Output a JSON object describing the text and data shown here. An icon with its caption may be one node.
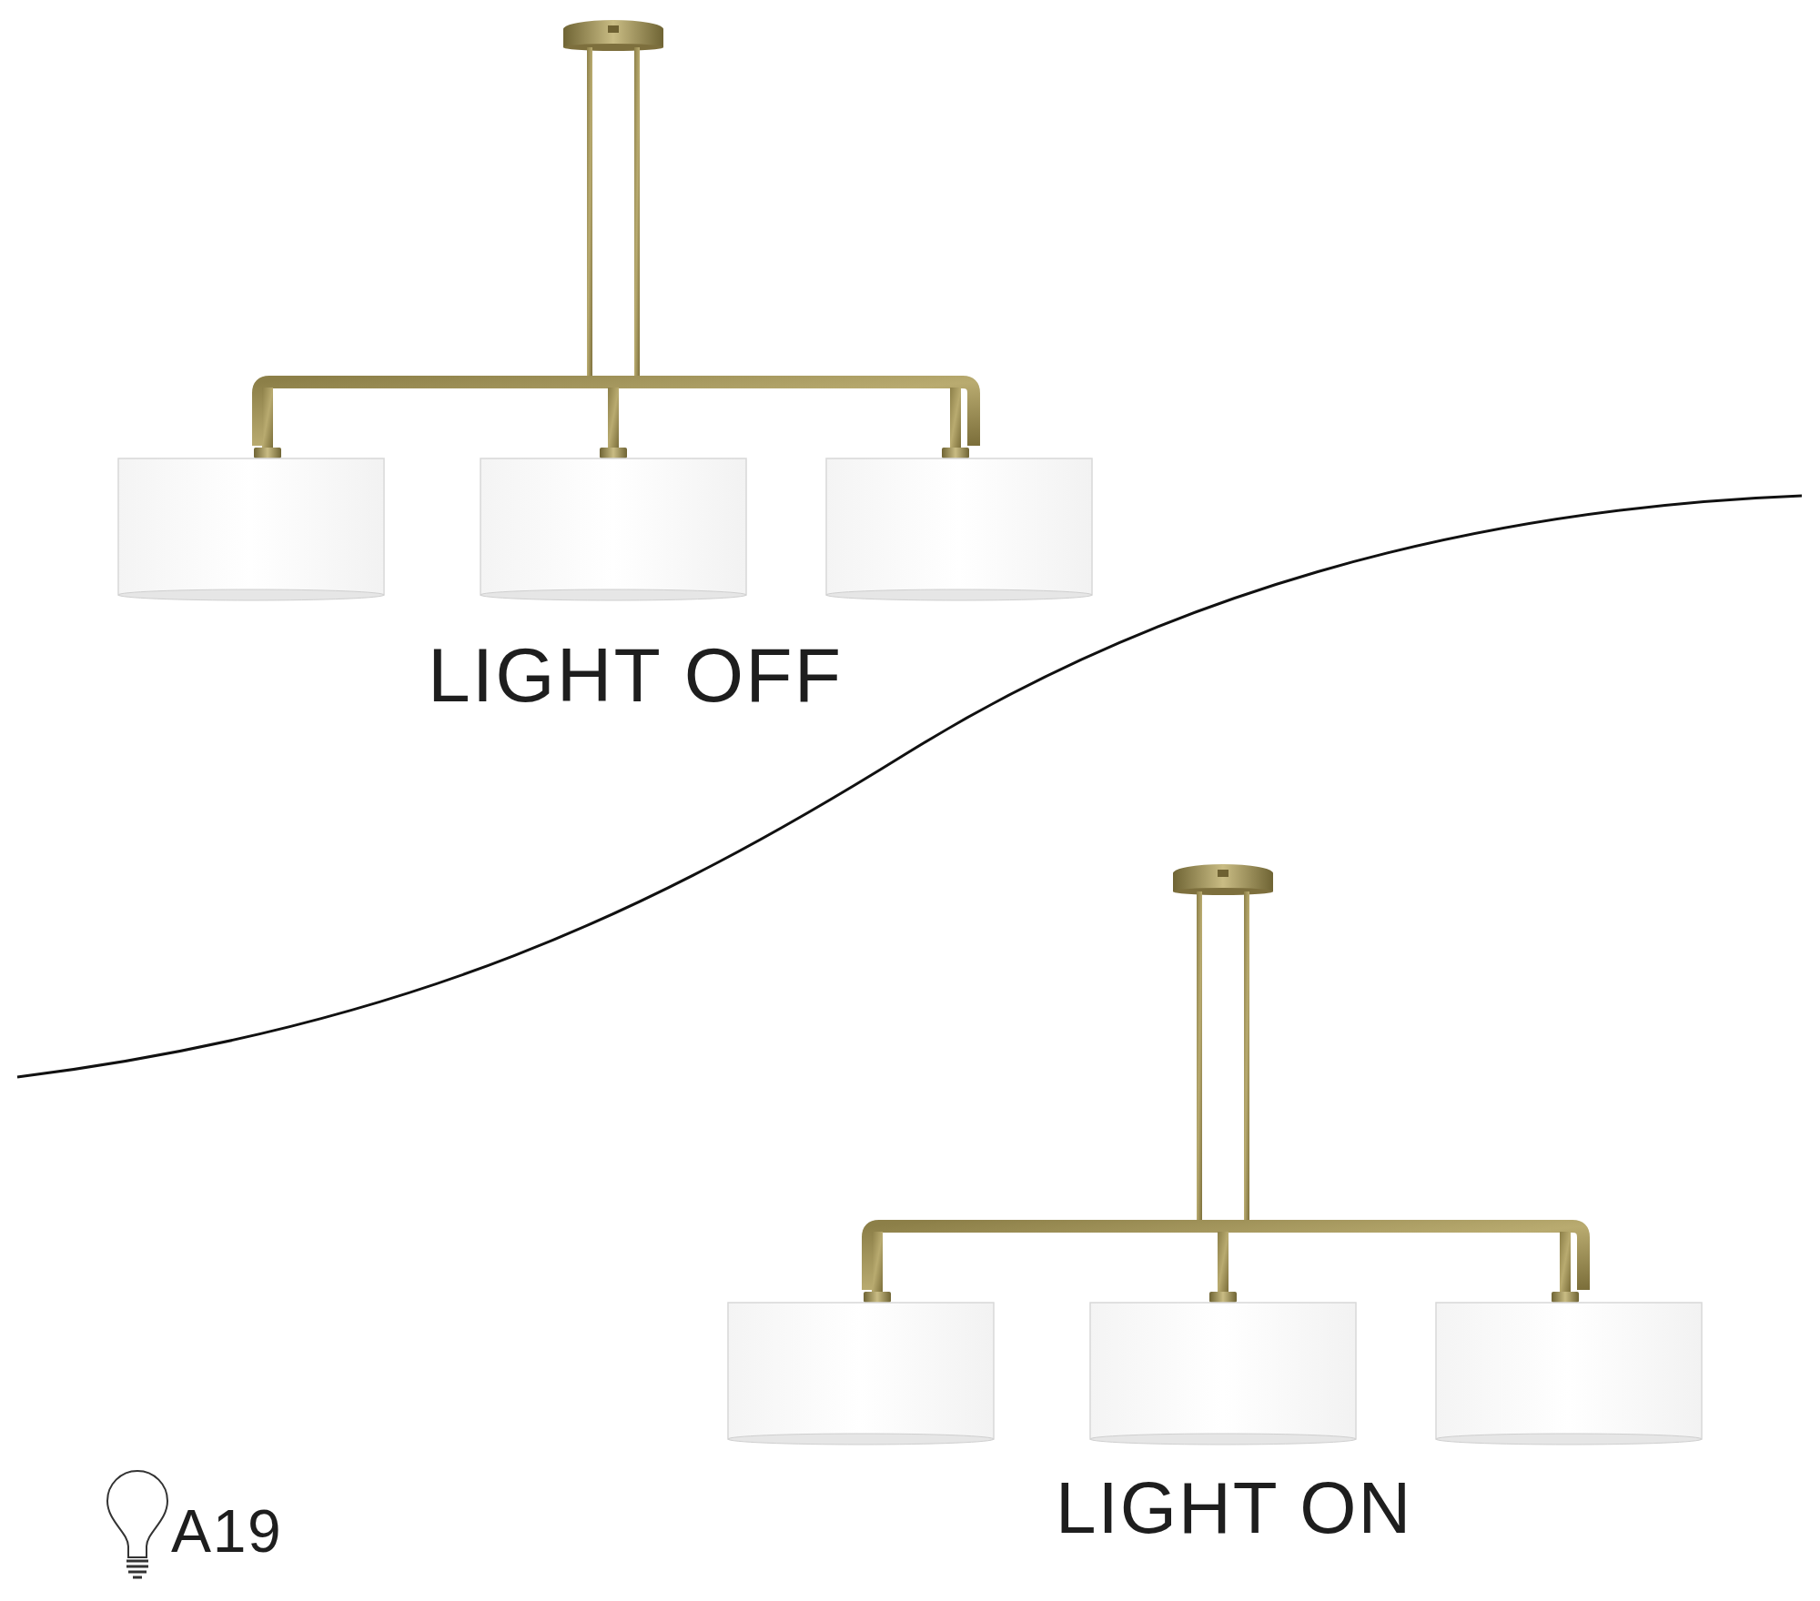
{
  "diagram": {
    "labels": [
      "LIGHT OFF",
      "LIGHT ON",
      "A19"
    ]
  }
}
